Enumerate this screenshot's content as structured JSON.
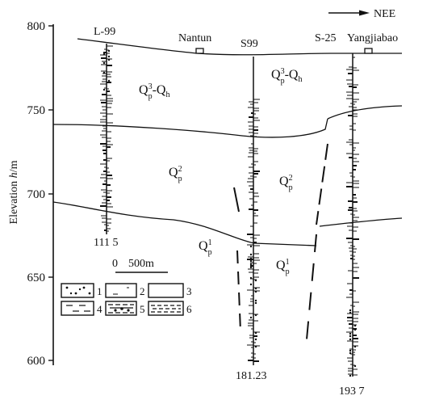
{
  "figure": {
    "y_axis": {
      "label_main": "Elevation ",
      "label_var": "h",
      "label_unit": "/m",
      "ticks": [
        "800",
        "750",
        "700",
        "650",
        "600"
      ]
    },
    "direction": "NEE",
    "wells": {
      "l99": {
        "name": "L-99",
        "depth": "111 5"
      },
      "s99": {
        "name": "S99",
        "depth": "181.23"
      },
      "s25": {
        "name": "S-25",
        "depth": "193 7"
      }
    },
    "places": {
      "nantun": "Nantun",
      "yangjiabao": "Yangjiabao"
    },
    "units": {
      "u1": {
        "base": "Q",
        "sub": "p",
        "sup": "3",
        "tail": "-Q",
        "tail_sub": "h"
      },
      "u2": {
        "base": "Q",
        "sub": "p",
        "sup": "3",
        "tail": "-Q",
        "tail_sub": "h"
      },
      "u3": {
        "base": "Q",
        "sub": "p",
        "sup": "2"
      },
      "u4": {
        "base": "Q",
        "sub": "p",
        "sup": "2"
      },
      "u5": {
        "base": "Q",
        "sub": "p",
        "sup": "1"
      },
      "u6": {
        "base": "Q",
        "sub": "p",
        "sup": "1"
      }
    },
    "scale": {
      "zero": "0",
      "length": "500m"
    },
    "legend": [
      {
        "num": "1",
        "pattern": "dots"
      },
      {
        "num": "2",
        "pattern": "sparse-ticks"
      },
      {
        "num": "3",
        "pattern": "blank"
      },
      {
        "num": "4",
        "pattern": "dashes"
      },
      {
        "num": "5",
        "pattern": "dash-dot"
      },
      {
        "num": "6",
        "pattern": "dense-dashes"
      }
    ]
  }
}
